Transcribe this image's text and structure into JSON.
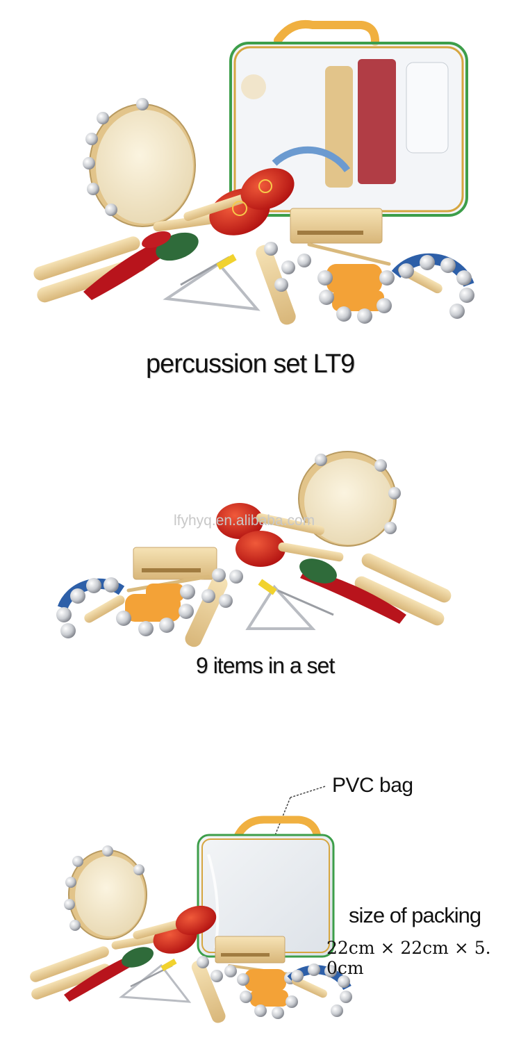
{
  "panels": [
    {
      "caption": "percussion set  LT9"
    },
    {
      "caption": "9 items in a set",
      "watermark": "lfyhyq.en.alibaba.com"
    },
    {
      "pvc_label": "PVC  bag",
      "size_label": "size of packing",
      "dimensions": "22cm × 22cm × 5. 0cm"
    }
  ],
  "colors": {
    "wood": "#e9cf9a",
    "drum_skin": "#f6ecd3",
    "maraca_red": "#d0201c",
    "castanet_red": "#b8141c",
    "castanet_green": "#2f6b3a",
    "bell_strap_orange": "#f3a237",
    "bell_strap_blue": "#2d5fa8",
    "bag_handle": "#f0b040",
    "bag_trim": "#3d9e4a",
    "bell_silver": "#c9ccd1"
  },
  "icons": [
    "tambourine-icon",
    "rhythm-sticks-icon",
    "castanet-icon",
    "maracas-icon",
    "triangle-icon",
    "jingle-stick-icon",
    "wrist-bells-icon",
    "hand-bells-icon",
    "wood-block-icon",
    "pvc-bag-icon"
  ]
}
